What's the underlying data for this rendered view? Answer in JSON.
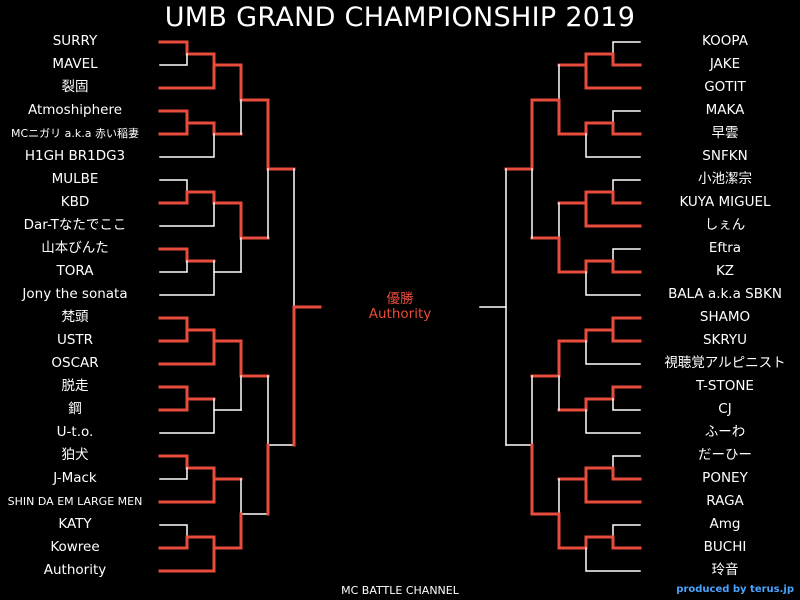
{
  "title": "UMB GRAND CHAMPIONSHIP 2019",
  "left_entrants": [
    "SURRY",
    "MAVEL",
    "裂固",
    "Atmoshiphere",
    "MCニガリ a.k.a 赤い稲妻",
    "H1GH BR1DG3",
    "MULBE",
    "KBD",
    "Dar-Tなたでここ",
    "山本びんた",
    "TORA",
    "Jony the sonata",
    "梵頭",
    "USTR",
    "OSCAR",
    "脱走",
    "鋼",
    "U-t.o.",
    "狛犬",
    "J-Mack",
    "SHIN DA EM LARGE MEN",
    "KATY",
    "Kowree",
    "Authority"
  ],
  "right_entrants": [
    "KOOPA",
    "JAKE",
    "GOTIT",
    "MAKA",
    "早雲",
    "SNFKN",
    "小池潔宗",
    "KUYA MIGUEL",
    "しぇん",
    "Eftra",
    "KZ",
    "BALA a.k.a SBKN",
    "SHAMO",
    "SKRYU",
    "視聴覚アルピニスト",
    "T-STONE",
    "CJ",
    "ふーわ",
    "だーひー",
    "PONEY",
    "RAGA",
    "Amg",
    "BUCHI",
    "玲音"
  ],
  "winner_label": "優勝",
  "winner_name": "Authority",
  "footer": "MC BATTLE CHANNEL",
  "credit": "produced by terus.jp",
  "colors": {
    "background": "#000000",
    "winner_path": "#e74c3c",
    "loser_path": "#ffffff",
    "credit": "#4aa3ff"
  }
}
